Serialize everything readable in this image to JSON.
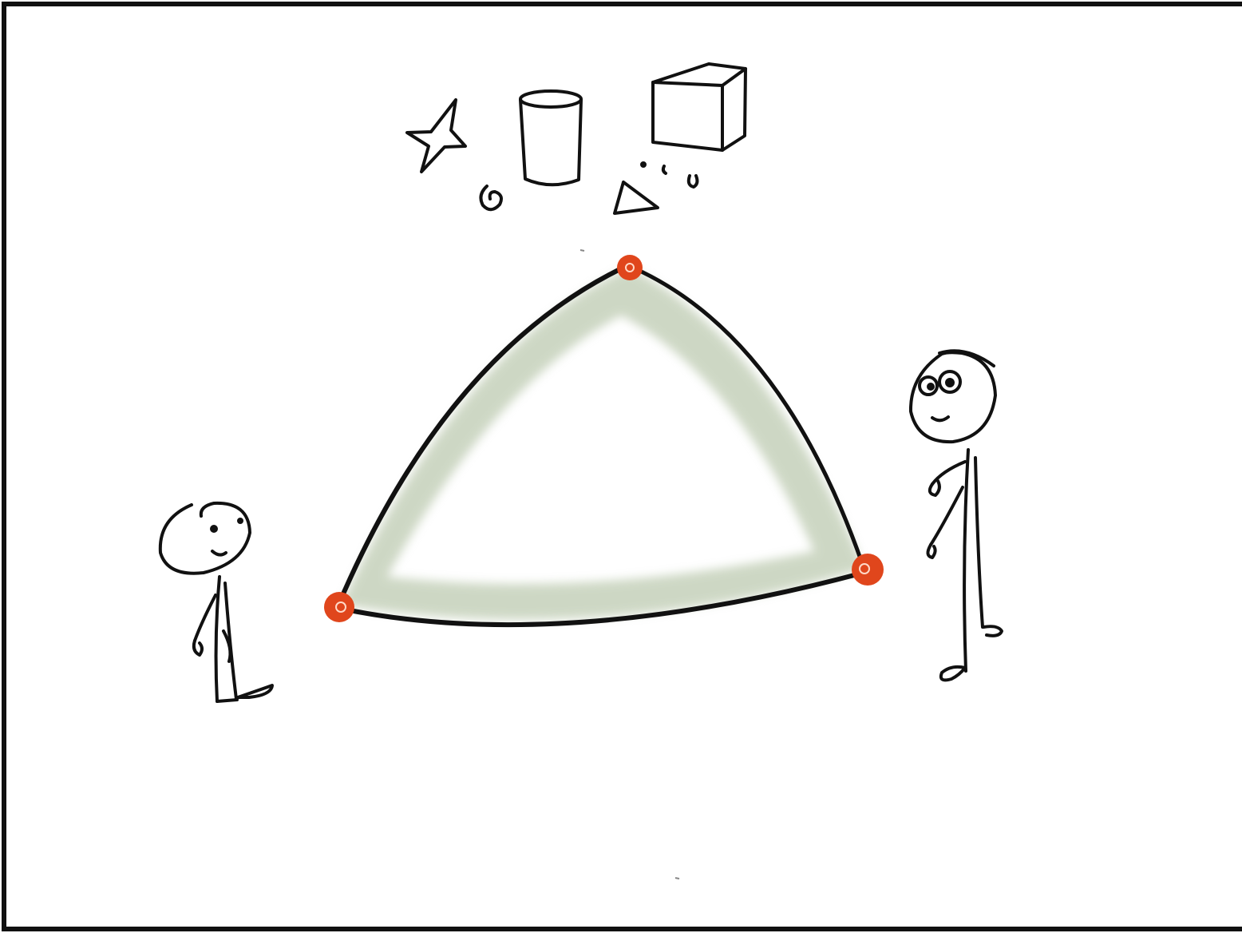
{
  "colors": {
    "ink": "#111111",
    "vertex_dot": "#e0461c",
    "triangle_wash": "#b9c8ad",
    "background": "#ffffff"
  },
  "figures": [
    {
      "name": "stick-figure-left",
      "icon": "person-icon"
    },
    {
      "name": "stick-figure-right",
      "icon": "person-with-glasses-icon"
    }
  ],
  "shapes": [
    "star-icon",
    "cylinder-icon",
    "cube-icon",
    "cone-icon",
    "swirl-icon"
  ],
  "triangle": {
    "vertices": 3,
    "style": "curved-hand-drawn"
  }
}
